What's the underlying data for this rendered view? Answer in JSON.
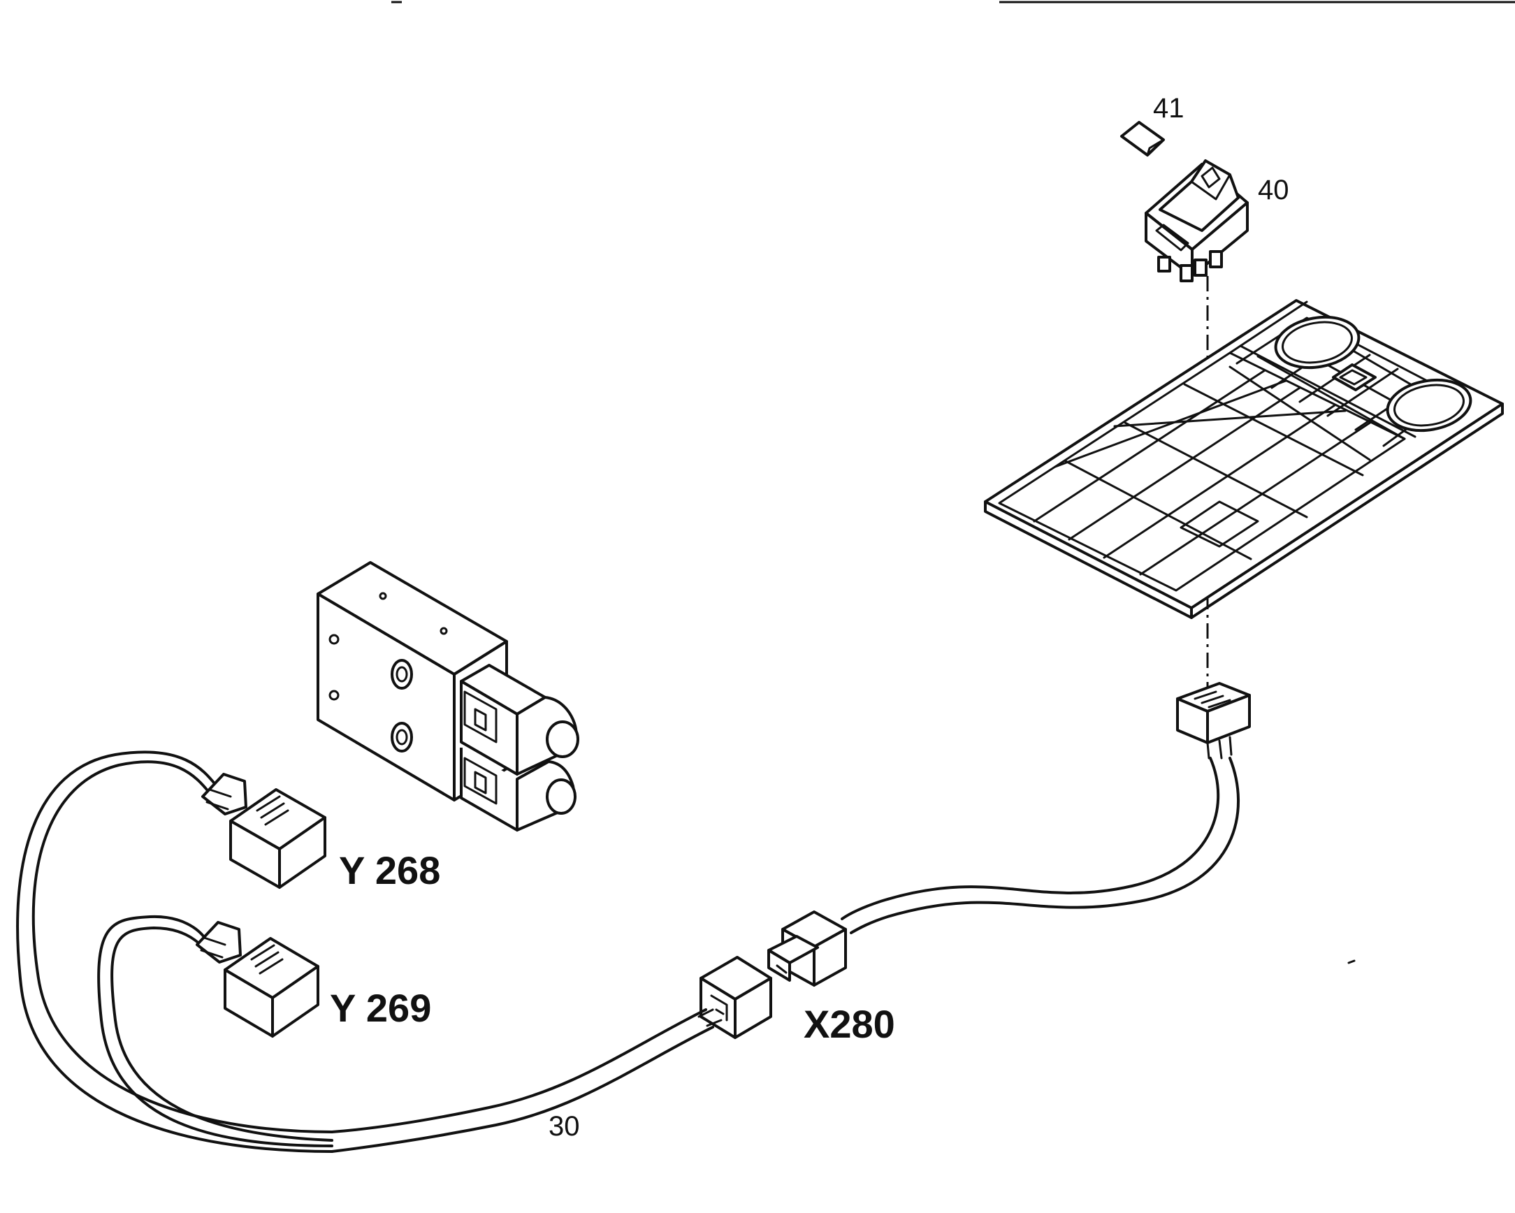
{
  "part_numbers": {
    "harness": "30",
    "switch": "40",
    "switch_insert": "41"
  },
  "designations": {
    "solenoid_upper": "Y 268",
    "solenoid_lower": "Y 269",
    "connector": "X280"
  }
}
